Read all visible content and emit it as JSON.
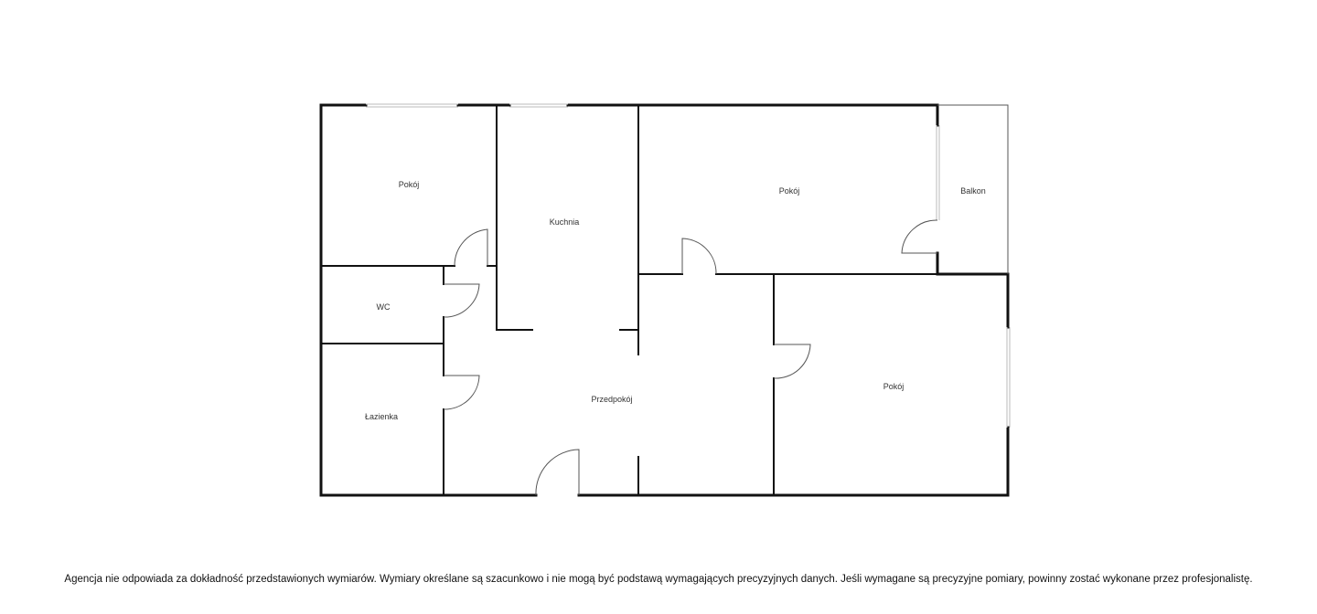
{
  "rooms": {
    "pokoj_top_left": "Pokój",
    "kuchnia": "Kuchnia",
    "pokoj_top_right": "Pokój",
    "balkon": "Balkon",
    "wc": "WC",
    "lazienka": "Łazienka",
    "przedpokoj": "Przedpokój",
    "pokoj_bottom_right": "Pokój"
  },
  "disclaimer": "Agencja nie odpowiada za dokładność przedstawionych wymiarów. Wymiary określane są szacunkowo i nie mogą być podstawą wymagających precyzyjnych danych. Jeśli wymagane są precyzyjne pomiary, powinny zostać wykonane przez profesjonalistę."
}
